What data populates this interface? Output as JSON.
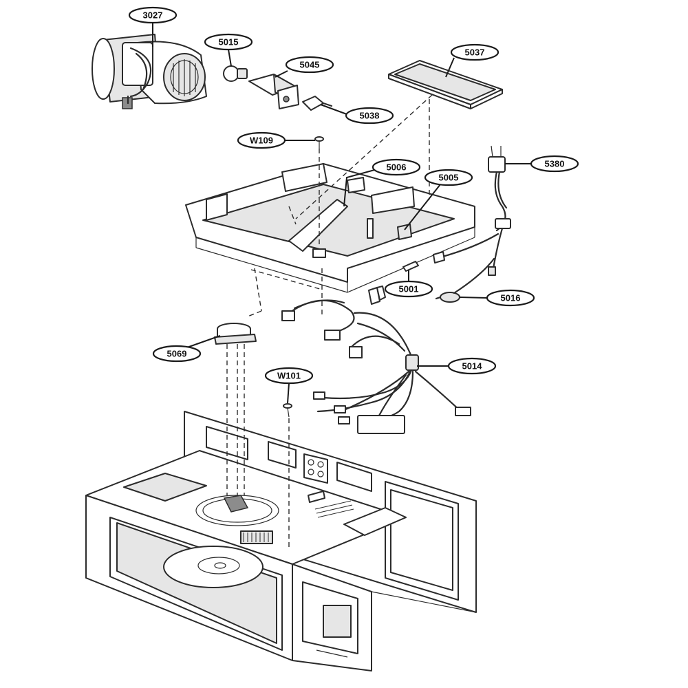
{
  "diagram": {
    "callouts": [
      {
        "id": "c3027",
        "label": "3027"
      },
      {
        "id": "c5015",
        "label": "5015"
      },
      {
        "id": "c5045",
        "label": "5045"
      },
      {
        "id": "c5037",
        "label": "5037"
      },
      {
        "id": "c5038",
        "label": "5038"
      },
      {
        "id": "cW109",
        "label": "W109"
      },
      {
        "id": "c5006",
        "label": "5006"
      },
      {
        "id": "c5005",
        "label": "5005"
      },
      {
        "id": "c5380",
        "label": "5380"
      },
      {
        "id": "c5001",
        "label": "5001"
      },
      {
        "id": "c5016",
        "label": "5016"
      },
      {
        "id": "c5069",
        "label": "5069"
      },
      {
        "id": "c5014",
        "label": "5014"
      },
      {
        "id": "cW101",
        "label": "W101"
      }
    ]
  }
}
